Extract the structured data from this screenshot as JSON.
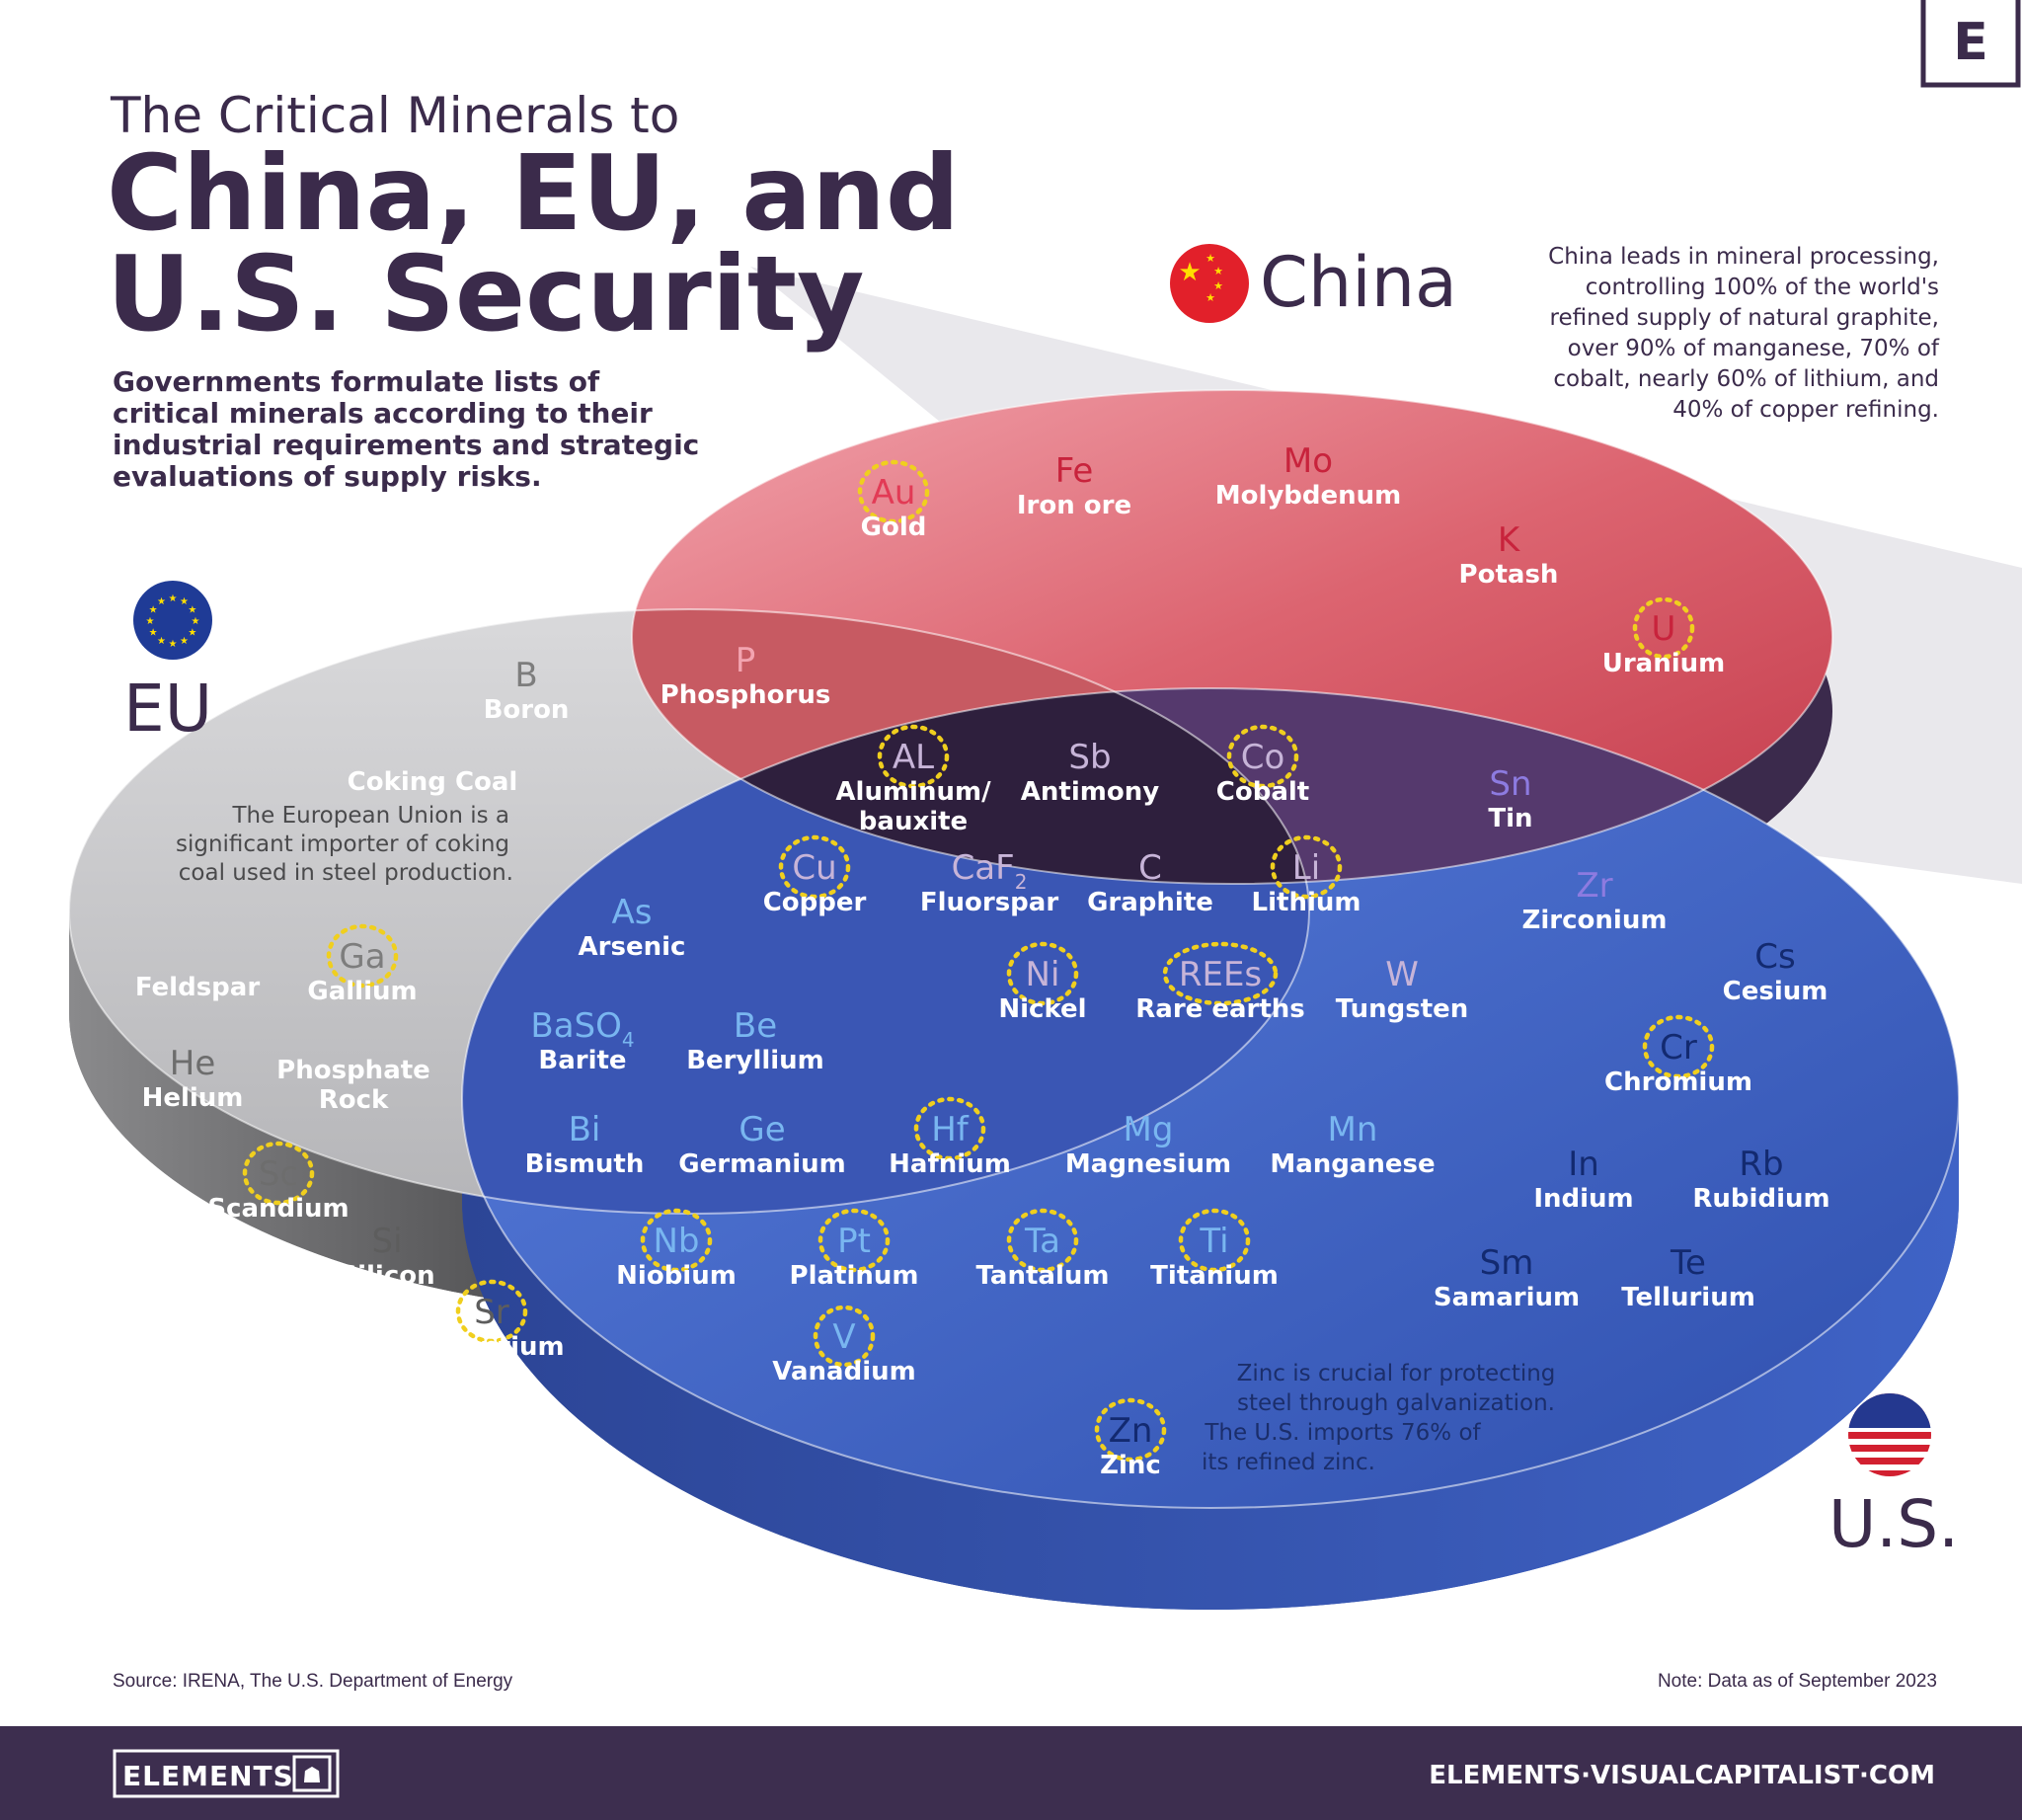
{
  "brand_mark": "E",
  "title": {
    "line1": "The Critical Minerals to",
    "line2": "China, EU, and",
    "line3": "U.S. Security"
  },
  "intro": [
    "Governments formulate lists of",
    "critical minerals according to their",
    "industrial requirements and strategic",
    "evaluations of supply risks."
  ],
  "regions": {
    "china": "China",
    "eu": "EU",
    "us": "U.S."
  },
  "notes": {
    "china": [
      "China leads in mineral processing,",
      "controlling 100% of the world's",
      "refined supply of natural graphite,",
      "over 90% of manganese, 70% of",
      "cobalt, nearly 60% of lithium, and",
      "40% of copper refining."
    ],
    "eu": [
      "The European Union is a",
      "significant importer of coking",
      "coal used in steel production."
    ],
    "us": [
      "Zinc is crucial for protecting",
      "steel through galvanization.",
      "The U.S. imports 76% of",
      "its refined zinc."
    ]
  },
  "minerals": [
    {
      "id": "au",
      "symbol": "Au",
      "name": "Gold",
      "group": "China only",
      "highlighted": true,
      "color": "#e23a55"
    },
    {
      "id": "fe",
      "symbol": "Fe",
      "name": "Iron ore",
      "group": "China only",
      "highlighted": false,
      "color": "#c8233c"
    },
    {
      "id": "mo",
      "symbol": "Mo",
      "name": "Molybdenum",
      "group": "China only",
      "highlighted": false,
      "color": "#c8233c"
    },
    {
      "id": "k",
      "symbol": "K",
      "name": "Potash",
      "group": "China only",
      "highlighted": false,
      "color": "#c8233c"
    },
    {
      "id": "u",
      "symbol": "U",
      "name": "Uranium",
      "group": "China only",
      "highlighted": true,
      "color": "#c8233c"
    },
    {
      "id": "p",
      "symbol": "P",
      "name": "Phosphorus",
      "group": "China + EU",
      "highlighted": false,
      "color": "#f3a4b0"
    },
    {
      "id": "al",
      "symbol": "AL",
      "name": "Aluminum/ bauxite",
      "name2": "bauxite",
      "group": "All three",
      "highlighted": true,
      "color": "#c7b4d8"
    },
    {
      "id": "sb",
      "symbol": "Sb",
      "name": "Antimony",
      "group": "All three",
      "highlighted": false,
      "color": "#c7b4d8"
    },
    {
      "id": "co",
      "symbol": "Co",
      "name": "Cobalt",
      "group": "All three",
      "highlighted": true,
      "color": "#c7b4d8"
    },
    {
      "id": "cu",
      "symbol": "Cu",
      "name": "Copper",
      "group": "All three",
      "highlighted": true,
      "color": "#c7b4d8"
    },
    {
      "id": "caf2",
      "symbol": "CaF",
      "subscript": "2",
      "name": "Fluorspar",
      "group": "All three",
      "highlighted": false,
      "color": "#c7b4d8"
    },
    {
      "id": "c",
      "symbol": "C",
      "name": "Graphite",
      "group": "All three",
      "highlighted": false,
      "color": "#c7b4d8"
    },
    {
      "id": "li",
      "symbol": "Li",
      "name": "Lithium",
      "group": "All three",
      "highlighted": true,
      "color": "#c7b4d8"
    },
    {
      "id": "ni",
      "symbol": "Ni",
      "name": "Nickel",
      "group": "All three",
      "highlighted": true,
      "color": "#c7b4d8"
    },
    {
      "id": "rees",
      "symbol": "REEs",
      "name": "Rare earths",
      "group": "All three",
      "highlighted": true,
      "color": "#c7b4d8"
    },
    {
      "id": "w",
      "symbol": "W",
      "name": "Tungsten",
      "group": "All three",
      "highlighted": false,
      "color": "#c7b4d8"
    },
    {
      "id": "sn",
      "symbol": "Sn",
      "name": "Tin",
      "group": "China + U.S.",
      "highlighted": false,
      "color": "#8d7be0"
    },
    {
      "id": "zr",
      "symbol": "Zr",
      "name": "Zirconium",
      "group": "China + U.S.",
      "highlighted": false,
      "color": "#8d7be0"
    },
    {
      "id": "b",
      "symbol": "B",
      "name": "Boron",
      "group": "EU only",
      "highlighted": false,
      "color": "#7d7d7d"
    },
    {
      "id": "coking",
      "symbol": "",
      "name": "Coking Coal",
      "group": "EU only",
      "highlighted": false,
      "color": "#ffffff"
    },
    {
      "id": "ga",
      "symbol": "Ga",
      "name": "Gallium",
      "group": "EU only",
      "highlighted": true,
      "color": "#7d7d7d"
    },
    {
      "id": "feldspar",
      "symbol": "",
      "name": "Feldspar",
      "group": "EU only",
      "highlighted": false,
      "color": "#ffffff"
    },
    {
      "id": "he",
      "symbol": "He",
      "name": "Helium",
      "group": "EU only",
      "highlighted": false,
      "color": "#6d6d6d"
    },
    {
      "id": "phos",
      "symbol": "",
      "name": "Phosphate Rock",
      "name1": "Phosphate",
      "name2": "Rock",
      "group": "EU only",
      "highlighted": false,
      "color": "#ffffff"
    },
    {
      "id": "sc",
      "symbol": "Sc",
      "name": "Scandium",
      "group": "EU only",
      "highlighted": true,
      "color": "#6d6d6d"
    },
    {
      "id": "si",
      "symbol": "Si",
      "name": "Silicon",
      "group": "EU only",
      "highlighted": false,
      "color": "#5d5d5d"
    },
    {
      "id": "sr",
      "symbol": "Sr",
      "name": "Strontium",
      "group": "EU only",
      "highlighted": true,
      "color": "#5d5d5d"
    },
    {
      "id": "as",
      "symbol": "As",
      "name": "Arsenic",
      "group": "EU + U.S.",
      "highlighted": false,
      "color": "#79b6f0"
    },
    {
      "id": "baso4",
      "symbol": "BaSO",
      "subscript": "4",
      "name": "Barite",
      "group": "EU + U.S.",
      "highlighted": false,
      "color": "#79b6f0"
    },
    {
      "id": "be",
      "symbol": "Be",
      "name": "Beryllium",
      "group": "EU + U.S.",
      "highlighted": false,
      "color": "#79b6f0"
    },
    {
      "id": "bi",
      "symbol": "Bi",
      "name": "Bismuth",
      "group": "EU + U.S.",
      "highlighted": false,
      "color": "#79b6f0"
    },
    {
      "id": "ge",
      "symbol": "Ge",
      "name": "Germanium",
      "group": "EU + U.S.",
      "highlighted": false,
      "color": "#79b6f0"
    },
    {
      "id": "hf",
      "symbol": "Hf",
      "name": "Hafnium",
      "group": "EU + U.S.",
      "highlighted": true,
      "color": "#79b6f0"
    },
    {
      "id": "mg",
      "symbol": "Mg",
      "name": "Magnesium",
      "group": "EU + U.S.",
      "highlighted": false,
      "color": "#79b6f0"
    },
    {
      "id": "mn",
      "symbol": "Mn",
      "name": "Manganese",
      "group": "EU + U.S.",
      "highlighted": false,
      "color": "#79b6f0"
    },
    {
      "id": "nb",
      "symbol": "Nb",
      "name": "Niobium",
      "group": "EU + U.S.",
      "highlighted": true,
      "color": "#79b6f0"
    },
    {
      "id": "pt",
      "symbol": "Pt",
      "name": "Platinum",
      "group": "EU + U.S.",
      "highlighted": true,
      "color": "#79b6f0"
    },
    {
      "id": "ta",
      "symbol": "Ta",
      "name": "Tantalum",
      "group": "EU + U.S.",
      "highlighted": true,
      "color": "#79b6f0"
    },
    {
      "id": "ti",
      "symbol": "Ti",
      "name": "Titanium",
      "group": "EU + U.S.",
      "highlighted": true,
      "color": "#79b6f0"
    },
    {
      "id": "v",
      "symbol": "V",
      "name": "Vanadium",
      "group": "EU + U.S.",
      "highlighted": true,
      "color": "#79b6f0"
    },
    {
      "id": "cs",
      "symbol": "Cs",
      "name": "Cesium",
      "group": "U.S. only",
      "highlighted": false,
      "color": "#132a70"
    },
    {
      "id": "cr",
      "symbol": "Cr",
      "name": "Chromium",
      "group": "U.S. only",
      "highlighted": true,
      "color": "#132a70"
    },
    {
      "id": "in",
      "symbol": "In",
      "name": "Indium",
      "group": "U.S. only",
      "highlighted": false,
      "color": "#132a70"
    },
    {
      "id": "rb",
      "symbol": "Rb",
      "name": "Rubidium",
      "group": "U.S. only",
      "highlighted": false,
      "color": "#132a70"
    },
    {
      "id": "sm",
      "symbol": "Sm",
      "name": "Samarium",
      "group": "U.S. only",
      "highlighted": false,
      "color": "#132a70"
    },
    {
      "id": "te",
      "symbol": "Te",
      "name": "Tellurium",
      "group": "U.S. only",
      "highlighted": false,
      "color": "#132a70"
    },
    {
      "id": "zn",
      "symbol": "Zn",
      "name": "Zinc",
      "group": "U.S. only",
      "highlighted": true,
      "color": "#132a70"
    }
  ],
  "footer": {
    "source": "Source: IRENA, The U.S. Department of Energy",
    "note": "Note: Data as of September 2023",
    "logo": "ELEMENTS",
    "site": "ELEMENTS·VISUALCAPITALIST·COM"
  },
  "colors": {
    "title": "#3b2b4b",
    "china": "#d2505e",
    "eu": "#c9c9cb",
    "us": "#3b5cc0",
    "overlap_all": "#2e1f3d",
    "highlight_ring": "#f0cf1e",
    "footer_band": "#3d2e4f"
  }
}
